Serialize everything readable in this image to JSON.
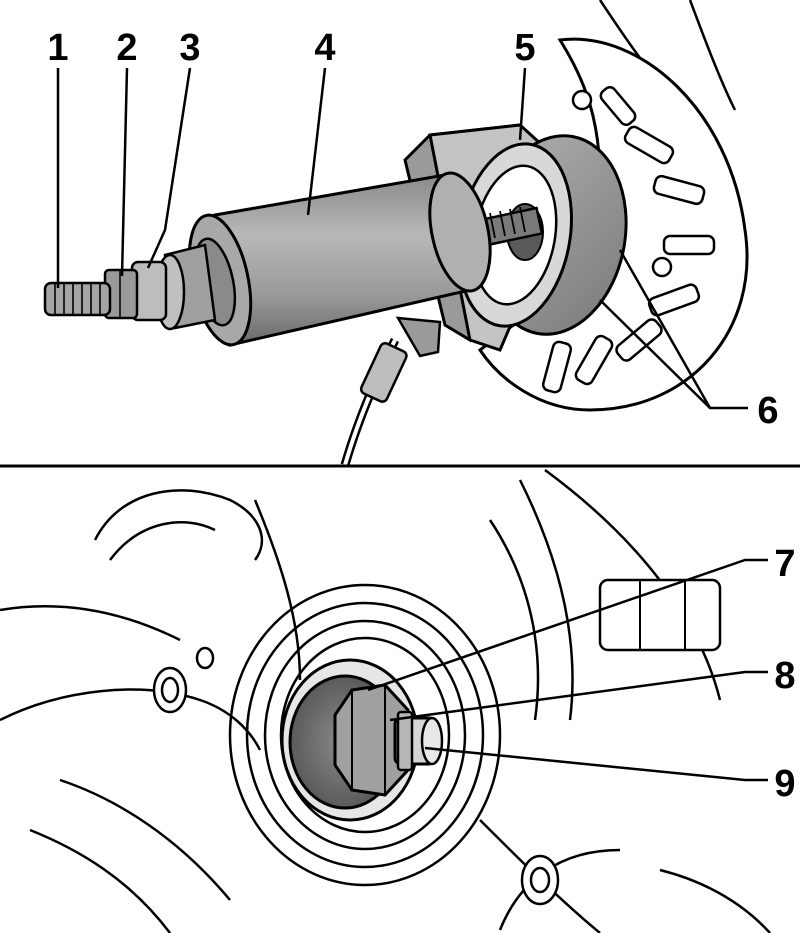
{
  "figure": {
    "top_panel": {
      "callouts": [
        "1",
        "2",
        "3",
        "4",
        "5",
        "6"
      ]
    },
    "bottom_panel": {
      "callouts": [
        "7",
        "8",
        "9"
      ]
    }
  },
  "colors": {
    "line": "#000000",
    "background": "#ffffff",
    "shade_light": "#c8c8c8",
    "shade_mid": "#9a9a9a",
    "shade_dark": "#6e6e6e",
    "shade_deep": "#4a4a4a"
  }
}
